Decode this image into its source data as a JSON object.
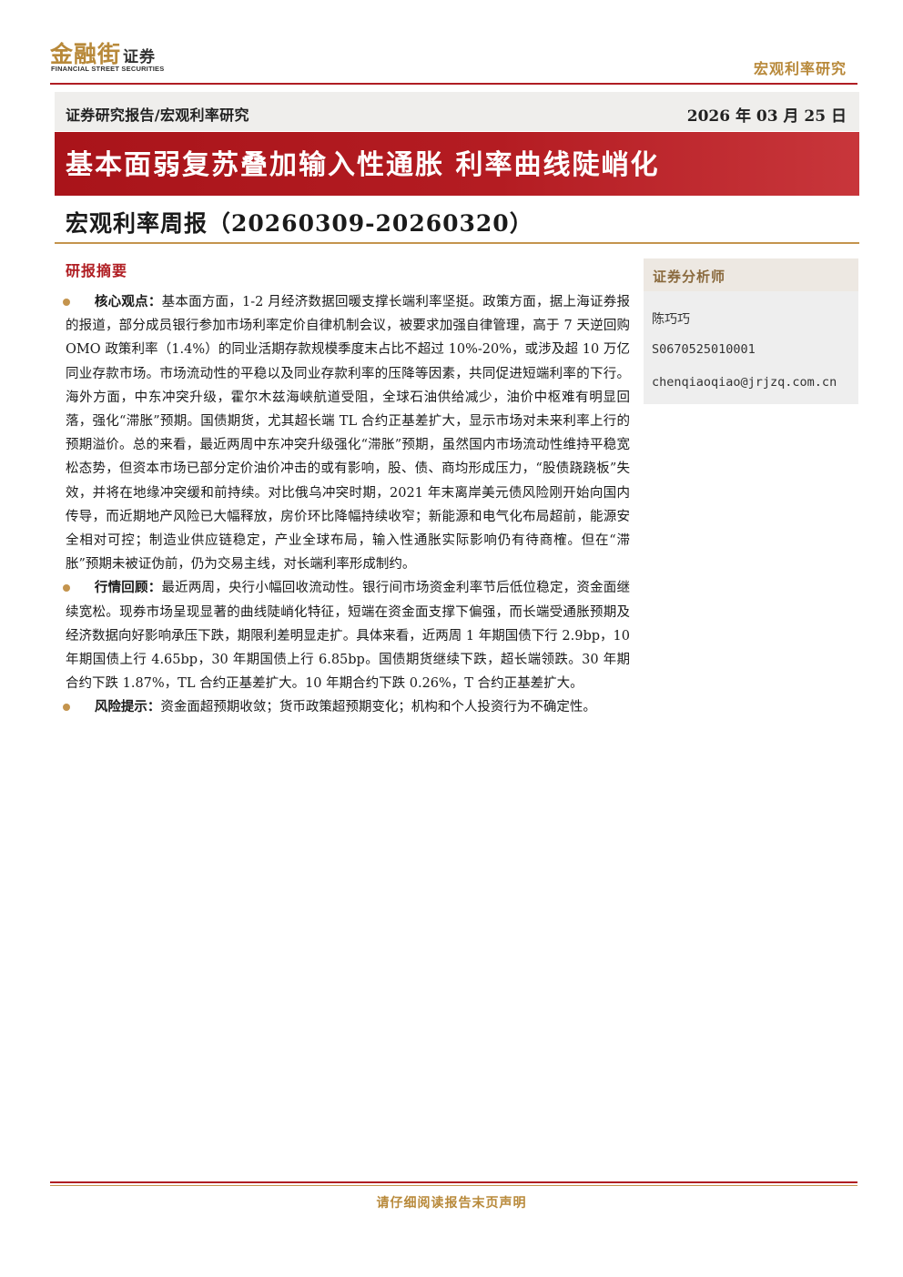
{
  "header": {
    "logo_cn": "金融街",
    "logo_suffix": "证券",
    "logo_en": "FINANCIAL STREET SECURITIES",
    "section": "宏观利率研究"
  },
  "report": {
    "category": "证券研究报告/宏观利率研究",
    "date": "2026 年 03 月 25 日",
    "title": "基本面弱复苏叠加输入性通胀 利率曲线陡峭化",
    "subtitle": "宏观利率周报（20260309-20260320）"
  },
  "summary": {
    "section_title": "研报摘要",
    "items": [
      {
        "head": "核心观点：",
        "text": "基本面方面，1-2 月经济数据回暖支撑长端利率坚挺。政策方面，据上海证券报的报道，部分成员银行参加市场利率定价自律机制会议，被要求加强自律管理，高于 7 天逆回购 OMO 政策利率（1.4%）的同业活期存款规模季度末占比不超过 10%-20%，或涉及超 10 万亿同业存款市场。市场流动性的平稳以及同业存款利率的压降等因素，共同促进短端利率的下行。海外方面，中东冲突升级，霍尔木兹海峡航道受阻，全球石油供给减少，油价中枢难有明显回落，强化“滞胀”预期。国债期货，尤其超长端 TL 合约正基差扩大，显示市场对未来利率上行的预期溢价。总的来看，最近两周中东冲突升级强化“滞胀”预期，虽然国内市场流动性维持平稳宽松态势，但资本市场已部分定价油价冲击的或有影响，股、债、商均形成压力，“股债跷跷板”失效，并将在地缘冲突缓和前持续。对比俄乌冲突时期，2021 年末离岸美元债风险刚开始向国内传导，而近期地产风险已大幅释放，房价环比降幅持续收窄；新能源和电气化布局超前，能源安全相对可控；制造业供应链稳定，产业全球布局，输入性通胀实际影响仍有待商榷。但在“滞胀”预期未被证伪前，仍为交易主线，对长端利率形成制约。"
      },
      {
        "head": "行情回顾：",
        "text": "最近两周，央行小幅回收流动性。银行间市场资金利率节后低位稳定，资金面继续宽松。现券市场呈现显著的曲线陡峭化特征，短端在资金面支撑下偏强，而长端受通胀预期及经济数据向好影响承压下跌，期限利差明显走扩。具体来看，近两周 1 年期国债下行 2.9bp，10 年期国债上行 4.65bp，30 年期国债上行 6.85bp。国债期货继续下跌，超长端领跌。30 年期合约下跌 1.87%，TL 合约正基差扩大。10 年期合约下跌 0.26%，T 合约正基差扩大。"
      },
      {
        "head": "风险提示：",
        "text": "资金面超预期收敛；货币政策超预期变化；机构和个人投资行为不确定性。"
      }
    ]
  },
  "analyst": {
    "heading": "证券分析师",
    "name": "陈巧巧",
    "license": "S0670525010001",
    "email": "chenqiaoqiao@jrjzq.com.cn"
  },
  "footer": {
    "notice": "请仔细阅读报告末页声明"
  },
  "colors": {
    "brand_red": "#b01e23",
    "brand_gold": "#b8893a"
  }
}
